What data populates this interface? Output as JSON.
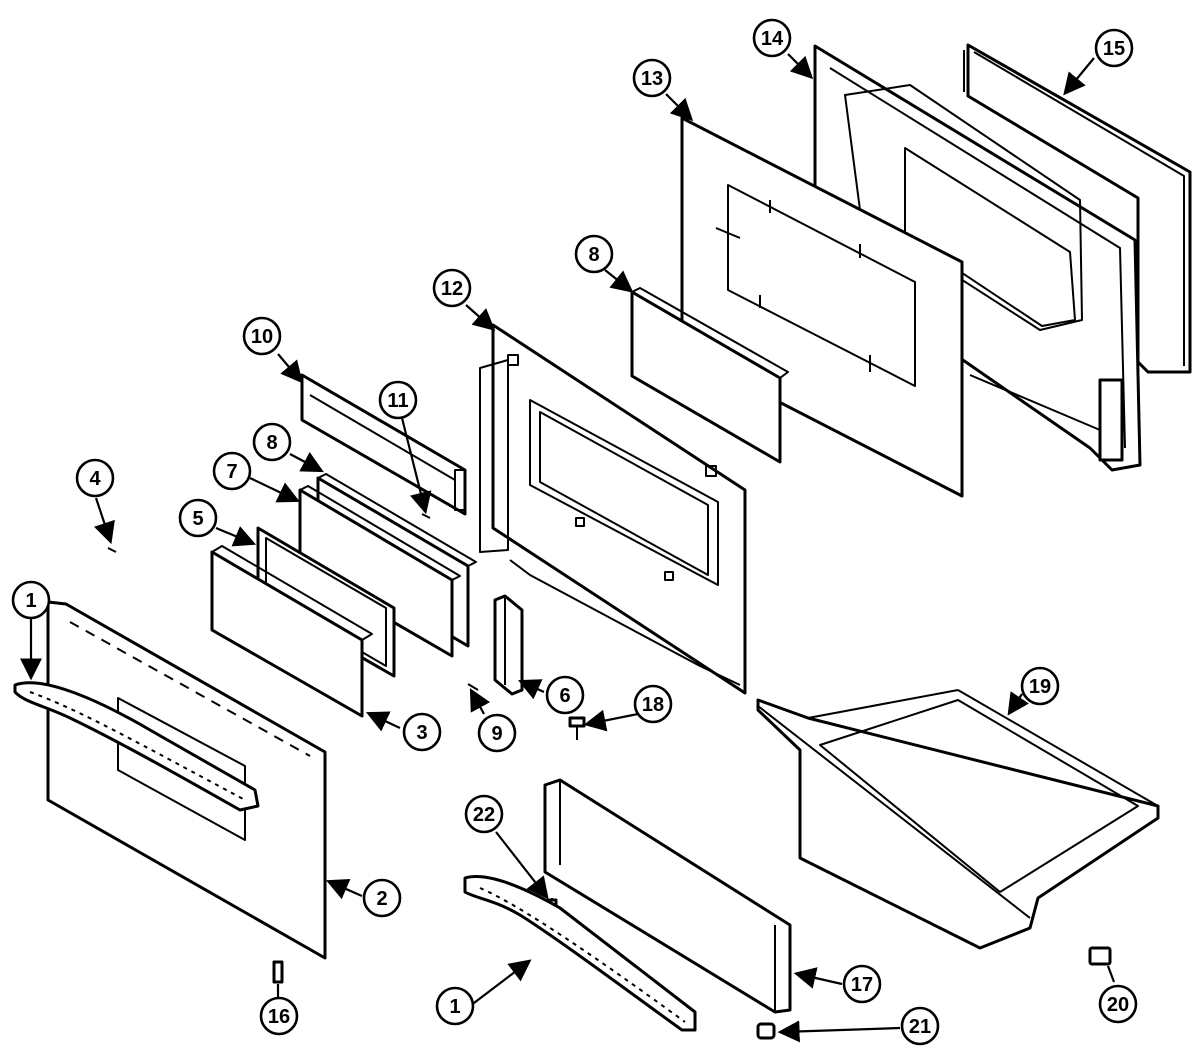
{
  "callouts": [
    {
      "id": "c1a",
      "label": "1"
    },
    {
      "id": "c2",
      "label": "2"
    },
    {
      "id": "c3",
      "label": "3"
    },
    {
      "id": "c4",
      "label": "4"
    },
    {
      "id": "c5",
      "label": "5"
    },
    {
      "id": "c6",
      "label": "6"
    },
    {
      "id": "c7",
      "label": "7"
    },
    {
      "id": "c8a",
      "label": "8"
    },
    {
      "id": "c8b",
      "label": "8"
    },
    {
      "id": "c9",
      "label": "9"
    },
    {
      "id": "c10",
      "label": "10"
    },
    {
      "id": "c11",
      "label": "11"
    },
    {
      "id": "c12",
      "label": "12"
    },
    {
      "id": "c13",
      "label": "13"
    },
    {
      "id": "c14",
      "label": "14"
    },
    {
      "id": "c15",
      "label": "15"
    },
    {
      "id": "c16",
      "label": "16"
    },
    {
      "id": "c17",
      "label": "17"
    },
    {
      "id": "c18",
      "label": "18"
    },
    {
      "id": "c19",
      "label": "19"
    },
    {
      "id": "c20",
      "label": "20"
    },
    {
      "id": "c21",
      "label": "21"
    },
    {
      "id": "c22",
      "label": "22"
    },
    {
      "id": "c1b",
      "label": "1"
    }
  ]
}
